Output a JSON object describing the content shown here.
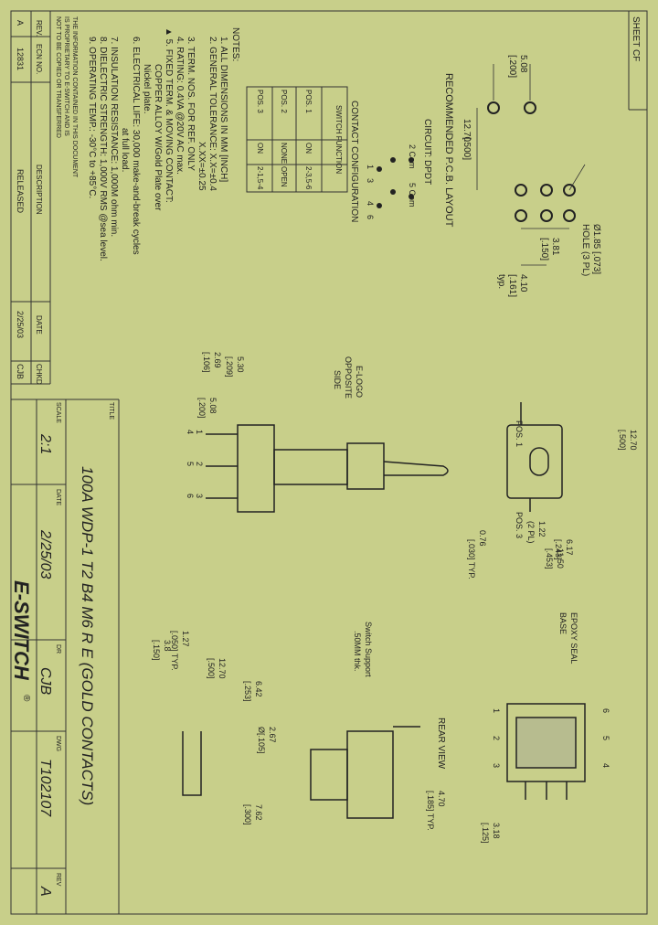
{
  "sheet_label": "SHEET CF",
  "revision_table": {
    "headers": {
      "rev": "REV.",
      "ecn": "ECN NO.",
      "description": "DESCRIPTION",
      "date": "DATE",
      "chkd": "CHKD"
    },
    "row": {
      "rev": "A",
      "ecn": "12831",
      "description": "RELEASED",
      "date": "2/25/03",
      "chkd": "CJB"
    }
  },
  "notes": {
    "heading": "NOTES:",
    "items": [
      "1. ALL DIMENSIONS IN MM [INCH]",
      "2. GENERAL TOLERANCE: X.X=±0.4",
      "X.XX=±0.25",
      "3. TERM. NOS. FOR REF. ONLY",
      "4. RATING: 0.4VA @20V AC max.",
      "▲ 5. FIXED TERM. & MOVING CONTACT:",
      "COPPER ALLOY W/Gold Plate over",
      "Nickel plate.",
      "6. ELECTRICAL LIFE: 30,000 make-and-break cycles",
      "at full load.",
      "7. INSULATION RESISTANCE: 1,000M ohm min.",
      "8. DIELECTRIC STRENGTH: 1,000V RMS @sea level.",
      "9. OPERATING TEMP.: -30°C to +85°C."
    ]
  },
  "circuit": {
    "title": "CIRCUIT: DPDT",
    "labels": [
      "2 Com",
      "5 Com",
      "1",
      "3",
      "4",
      "6"
    ]
  },
  "contact_config": {
    "title": "CONTACT CONFIGURATION",
    "subtitle": "SWITCH FUNCTION",
    "positions": [
      "POS. 1",
      "POS. 2",
      "POS. 3"
    ],
    "functions": [
      "ON",
      "NONE",
      "ON"
    ],
    "terminals": [
      "2-3,5-6",
      "OPEN",
      "2-1,5-4"
    ]
  },
  "proprietary_note": [
    "THE INFORMATION CONTAINED IN THIS DOCUMENT",
    "IS PROPRIETARY TO E-SWITCH AND IS",
    "NOT TO BE COPIED OR TRANSFERRED"
  ],
  "pcb_layout": {
    "title": "RECOMMENDED P.C.B. LAYOUT",
    "dims": [
      "5.08",
      "[.200]",
      "12.70",
      "[.500]",
      "3.81",
      "[.150]",
      "4.10",
      "[.161]",
      "typ.",
      "Ø1.85 [.073]",
      "HOLE (3 PL)"
    ]
  },
  "front_view": {
    "labels": [
      "POS. 1",
      "POS. 3",
      "E-LOGO",
      "OPPOSITE",
      "SIDE"
    ],
    "dims": [
      "6.17",
      "[.243]",
      "0.76",
      "[.030] TYP.",
      "5.30",
      "[.209]",
      "2.69",
      "[.106]",
      "5.08",
      "[.200]",
      "12.70",
      "[.500]",
      "1.22",
      "(2 PL)",
      "11.50",
      "[.453]"
    ],
    "term_numbers": [
      "1",
      "2",
      "3",
      "4",
      "5",
      "6"
    ]
  },
  "side_view": {
    "labels": [
      "Switch Support",
      ".50MM thk."
    ],
    "dims": [
      "1.27",
      "[.050] TYP.",
      "3.8",
      "[.150]",
      "12.70",
      "[.500]",
      "6.42",
      "[.253]",
      "2.67",
      "Ø[.105]",
      "7.62",
      "[.300]",
      "4.70",
      "[.185] TYP.",
      "3.18",
      "[.125]"
    ]
  },
  "rear_view": {
    "title": "REAR VIEW",
    "labels": [
      "EPOXY SEAL",
      "BASE"
    ],
    "term_numbers": [
      "6",
      "5",
      "4",
      "1",
      "2",
      "3"
    ]
  },
  "title_block": {
    "title_label": "TITLE",
    "title": "100A WDP-1 T2 B4 M6 R E (GOLD CONTACTS)",
    "logo": "E-SWITCH",
    "logo_mark": "®",
    "scale_label": "SCALE",
    "scale": "2:1",
    "date_label": "DATE",
    "date": "2/25/03",
    "dr_label": "DR",
    "drawn_by": "CJB",
    "dwg_label": "DWG",
    "dwg_no": "T102107",
    "rev_label": "REV",
    "rev": "A"
  }
}
